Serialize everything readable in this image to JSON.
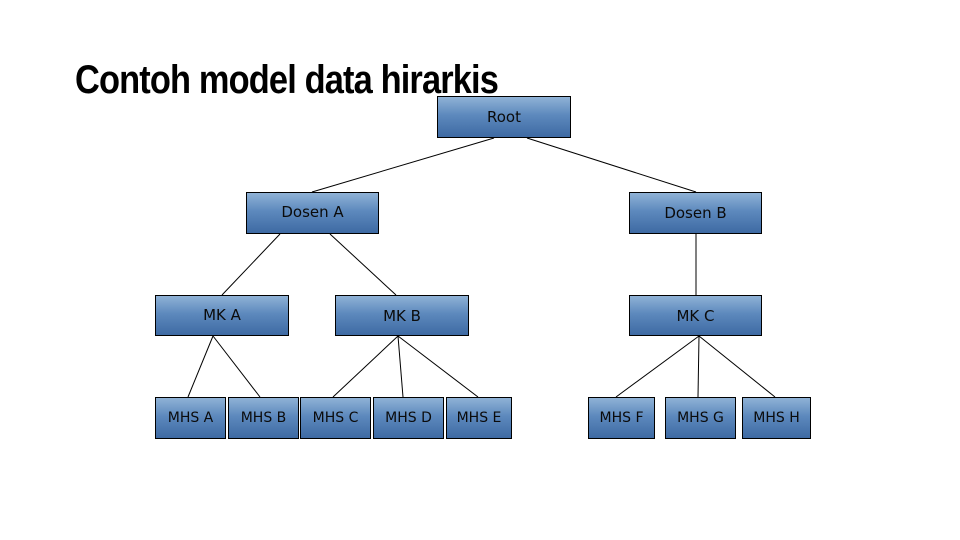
{
  "slide": {
    "title": "Contoh model data hirarkis"
  },
  "tree": {
    "root": "Root",
    "dosen": [
      "Dosen A",
      "Dosen B"
    ],
    "mata_kuliah": [
      "MK A",
      "MK B",
      "MK C"
    ],
    "mahasiswa": [
      "MHS A",
      "MHS B",
      "MHS C",
      "MHS D",
      "MHS E",
      "MHS F",
      "MHS G",
      "MHS H"
    ]
  },
  "colors": {
    "node_top": "#8fb2d6",
    "node_mid": "#5d89bd",
    "node_bottom": "#3e6aa3",
    "line": "#000000"
  }
}
